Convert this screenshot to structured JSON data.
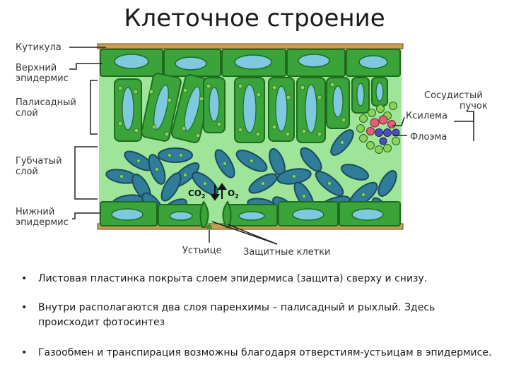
{
  "title": "Клеточное строение",
  "colors": {
    "cuticle": "#c8a050",
    "tissue": "#9ee59a",
    "cell_fill": "#3aa43a",
    "cell_stroke": "#1e6b1e",
    "vacuole": "#7ec8e0",
    "chloroplast": "#8fd05a",
    "spongy_cell": "#2f7d98",
    "xylem": "#e0607a",
    "phloem": "#4d4db8"
  },
  "diagram": {
    "labels": {
      "cuticle": "Кутикула",
      "upper_epidermis_1": "Верхний",
      "upper_epidermis_2": "эпидермис",
      "palisade_1": "Палисадный",
      "palisade_2": "слой",
      "spongy_1": "Губчатый",
      "spongy_2": "слой",
      "lower_epidermis_1": "Нижний",
      "lower_epidermis_2": "эпидермис",
      "bundle_1": "Сосудистый",
      "bundle_2": "пучок",
      "xylem": "Ксилема",
      "phloem": "Флоэма",
      "co2": "CO",
      "co2_sub": "2",
      "o2": "O",
      "o2_sub": "2",
      "stoma": "Устьице",
      "guard_cells": "Защитные клетки"
    }
  },
  "bullets": [
    {
      "symbol": "•",
      "text": "Листовая пластинка покрыта слоем эпидермиса (защита) сверху и снизу."
    },
    {
      "symbol": "•",
      "text": "Внутри располагаются два слоя паренхимы – палисадный и рыхлый. Здесь происходит фотосинтез"
    },
    {
      "symbol": "•",
      "text": "Газообмен и транспирация возможны благодаря отверстиям-устьицам в эпидермисе."
    }
  ]
}
